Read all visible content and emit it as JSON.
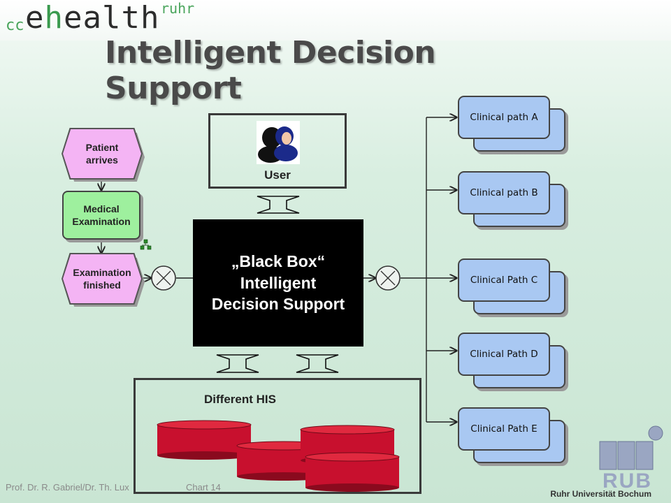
{
  "header": {
    "logo_cc": "cc",
    "logo_e": "e",
    "logo_h": "h",
    "logo_rest": "ealth",
    "logo_ruhr": "ruhr",
    "title": "Intelligent Decision Support"
  },
  "process": {
    "event1": [
      "Patient",
      "arrives"
    ],
    "function1": [
      "Medical",
      "Examination"
    ],
    "event2": [
      "Examination",
      "finished"
    ]
  },
  "user_box": {
    "label": "User",
    "icon": "users-icon"
  },
  "black_box": {
    "line1": "„Black Box“",
    "line2": "Intelligent",
    "line3": "Decision Support"
  },
  "his_box": {
    "label": "Different HIS",
    "icon": "database-icon"
  },
  "clinical_paths": [
    "Clinical path A",
    "Clinical path B",
    "Clinical Path C",
    "Clinical Path D",
    "Clinical Path E"
  ],
  "footer": {
    "authors": "Prof. Dr. R. Gabriel/Dr. Th. Lux",
    "chart": "Chart 14",
    "university": "Ruhr Universität Bochum",
    "logo_text": "RUB"
  },
  "colors": {
    "event": "#f4b4f4",
    "function": "#9ef09e",
    "path": "#a9c8f2",
    "database": "#c8102e"
  }
}
